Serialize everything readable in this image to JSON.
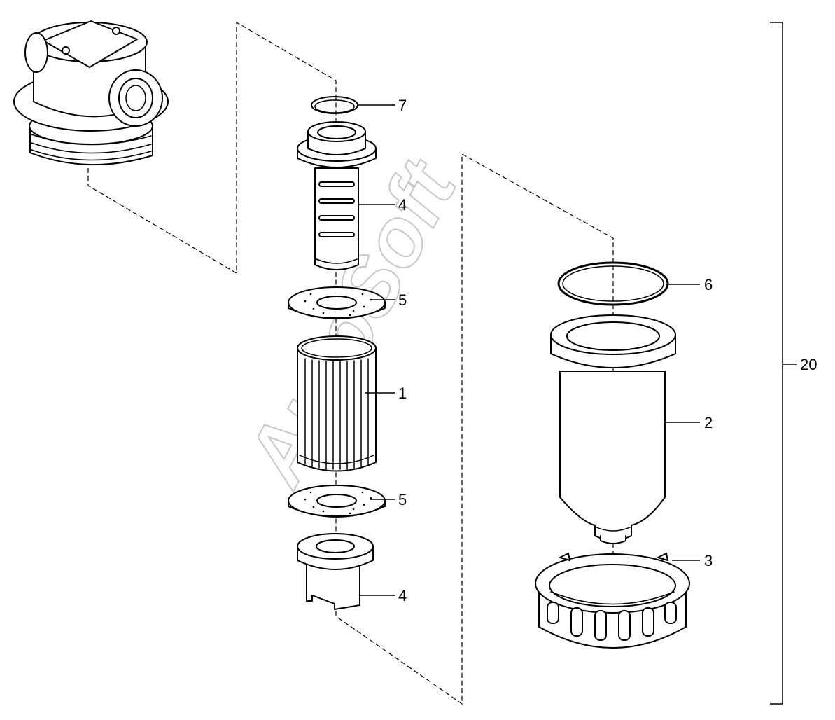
{
  "watermark": "AutoSoft",
  "callouts": {
    "part_7": "7",
    "part_4_upper": "4",
    "part_5_upper": "5",
    "part_1": "1",
    "part_5_lower": "5",
    "part_4_lower": "4",
    "part_6": "6",
    "part_2": "2",
    "part_3": "3",
    "assembly_20": "20"
  },
  "colors": {
    "line": "#000000",
    "watermark": "#c8c8c8",
    "background": "#ffffff"
  }
}
